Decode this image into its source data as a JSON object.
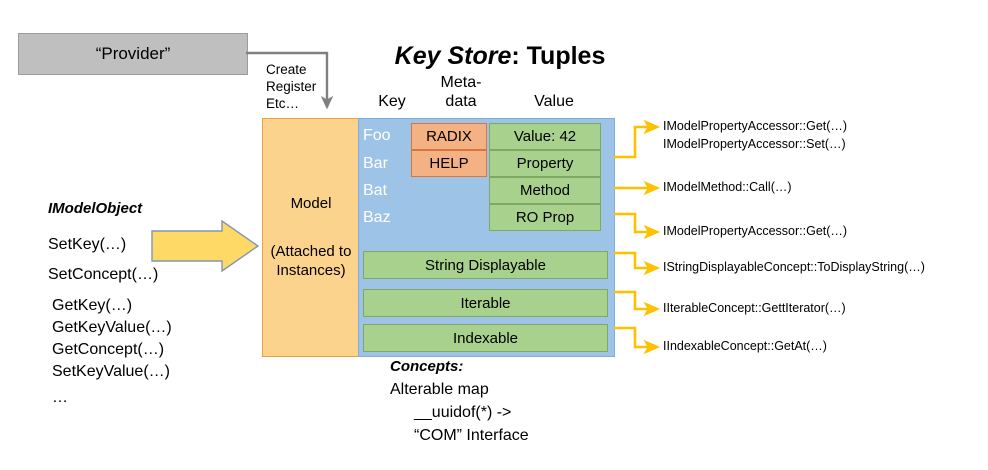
{
  "title": {
    "emphasis": "Key Store",
    "rest": ": Tuples"
  },
  "provider": {
    "label": "“Provider”"
  },
  "connector": {
    "label": "Create\nRegister\nEtc…"
  },
  "column_headers": {
    "key": "Key",
    "metadata": "Meta-\ndata",
    "value": "Value"
  },
  "model_box": {
    "title": "Model",
    "subtitle": "(Attached to\nInstances)"
  },
  "table": {
    "keys": [
      "Foo",
      "Bar",
      "Bat",
      "Baz"
    ],
    "metadata": [
      "RADIX",
      "HELP"
    ],
    "values": [
      "Value: 42",
      "Property",
      "Method",
      "RO Prop"
    ],
    "concept_rows": [
      "String Displayable",
      "Iterable",
      "Indexable"
    ]
  },
  "imodelobject": {
    "title": "IModelObject",
    "methods": [
      "SetKey(…)",
      "SetConcept(…)",
      "GetKey(…)",
      "GetKeyValue(…)",
      "GetConcept(…)",
      "SetKeyValue(…)",
      "…"
    ]
  },
  "concepts": {
    "title": "Concepts:",
    "lines": [
      "Alterable map",
      "__uuidof(*) ->",
      "“COM” Interface"
    ]
  },
  "callouts": [
    "IModelPropertyAccessor::Get(…)",
    "IModelPropertyAccessor::Set(…)",
    "IModelMethod::Call(…)",
    "IModelPropertyAccessor::Get(…)",
    "IStringDisplayableConcept::ToDisplayString(…)",
    "IIterableConcept::GettIterator(…)",
    "IIndexableConcept::GetAt(…)"
  ],
  "colors": {
    "provider_gray": "#BFBFBF",
    "model_orange": "#FBD38D",
    "panel_blue": "#9DC3E6",
    "metadata_orange": "#F4B183",
    "value_green": "#A9D18E",
    "arrow_yellow": "#FFC000",
    "block_arrow_yellow": "#FFD966",
    "connector_gray": "#808080"
  }
}
